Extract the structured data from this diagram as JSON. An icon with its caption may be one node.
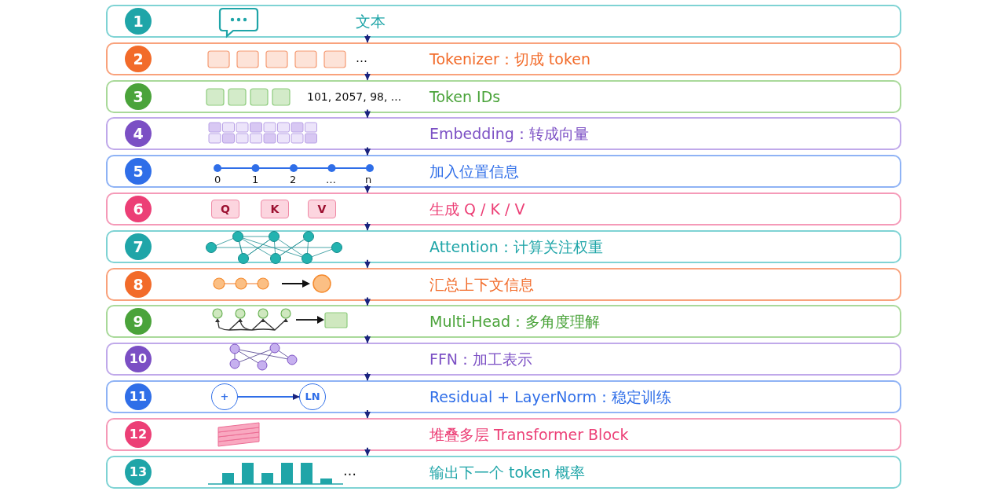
{
  "diagram": {
    "nodes": [
      {
        "text": [
          "文本"
        ]
      },
      {
        "text": [
          "1"
        ],
        "in": 0
      },
      {
        "text": [
          "Tokenizer：切成 token"
        ]
      },
      {
        "text": [
          "2"
        ],
        "in": 2
      },
      {
        "text": [
          "Token IDs"
        ]
      },
      {
        "text": [
          "3"
        ],
        "in": 4
      },
      {
        "text": [
          "Embedding：转成向量"
        ]
      },
      {
        "text": [
          "4"
        ],
        "in": 6
      },
      {
        "text": [
          "加入位置信息"
        ]
      },
      {
        "text": [
          "5"
        ],
        "in": 8
      },
      {
        "text": [
          "生成 Q / K / V"
        ]
      },
      {
        "text": [
          "6"
        ],
        "in": 10
      },
      {
        "text": [
          "Q"
        ],
        "in": 10
      },
      {
        "text": [
          "K"
        ],
        "in": 10
      },
      {
        "text": [
          "V"
        ],
        "in": 10
      },
      {
        "text": [
          "Attention：计算关注权重"
        ]
      },
      {
        "text": [
          "7"
        ],
        "in": 15
      },
      {
        "text": [
          "汇总上下文信息"
        ]
      },
      {
        "text": [
          "8"
        ],
        "in": 17
      },
      {
        "text": [
          "Multi-Head：多角度理解"
        ]
      },
      {
        "text": [
          "9"
        ],
        "in": 19
      },
      {
        "text": [
          "FFN：加工表示"
        ]
      },
      {
        "text": [
          "10"
        ],
        "in": 21
      },
      {
        "text": [
          "Residual + LayerNorm：稳定训练"
        ]
      },
      {
        "text": [
          "11"
        ],
        "in": 23
      },
      {
        "text": [
          "+"
        ],
        "in": 23
      },
      {
        "text": [
          "LN"
        ],
        "in": 23
      },
      {
        "text": [
          "堆叠多层 Transformer Block"
        ]
      },
      {
        "text": [
          "12"
        ],
        "in": 27
      },
      {
        "text": [
          "输出下一个 token 概率"
        ]
      },
      {
        "text": [
          "13"
        ],
        "in": 29
      }
    ],
    "edges": [
      {
        "from": 0,
        "to": 2,
        "arrow": "to"
      },
      {
        "from": 2,
        "to": 4,
        "arrow": "to"
      },
      {
        "from": 4,
        "to": 6,
        "arrow": "to"
      },
      {
        "from": 6,
        "to": 8,
        "arrow": "to"
      },
      {
        "from": 8,
        "to": 10,
        "arrow": "to"
      },
      {
        "from": 10,
        "to": 15,
        "arrow": "to"
      },
      {
        "from": 15,
        "to": 17,
        "arrow": "to"
      },
      {
        "from": 17,
        "to": 19,
        "arrow": "to"
      },
      {
        "from": 19,
        "to": 21,
        "arrow": "to"
      },
      {
        "from": 21,
        "to": 23,
        "arrow": "to"
      },
      {
        "from": 23,
        "to": 27,
        "arrow": "to"
      },
      {
        "from": 27,
        "to": 29,
        "arrow": "to"
      },
      {
        "from": 25,
        "to": 26,
        "arrow": "to",
        "color": "#2f6ee8"
      }
    ],
    "labels": [
      "…",
      "101, 2057, 98, ...",
      "0",
      "1",
      "2",
      "…",
      "n",
      "…"
    ]
  }
}
